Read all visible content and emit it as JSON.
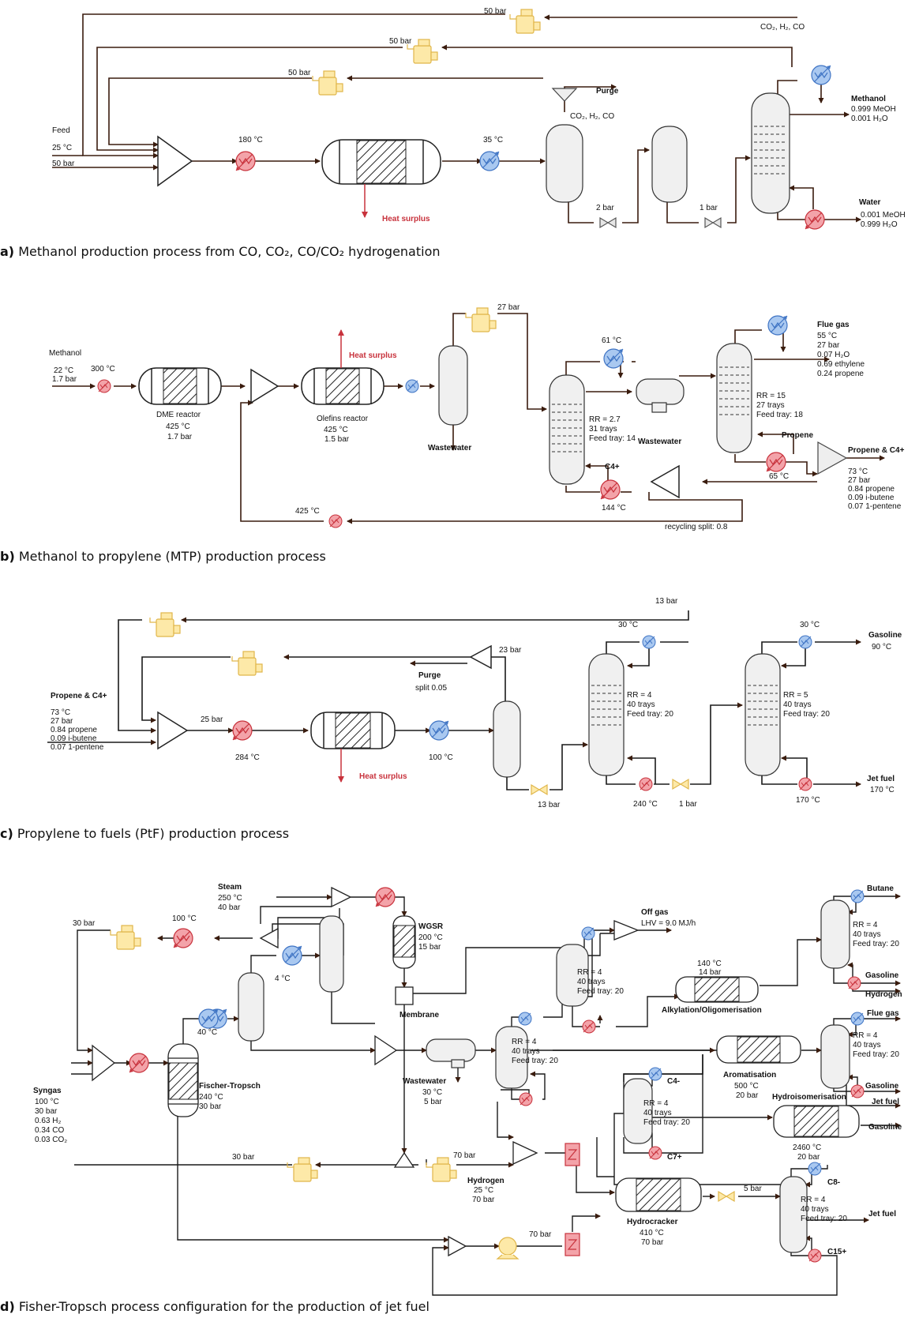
{
  "captions": {
    "a_letter": "a)",
    "a_text": "Methanol production process from CO, CO₂, CO/CO₂ hydrogenation",
    "b_letter": "b)",
    "b_text": "Methanol to propylene (MTP) production process",
    "c_letter": "c)",
    "c_text": "Propylene to fuels (PtF) production process",
    "d_letter": "d)",
    "d_text": "Fisher-Tropsch process configuration for the production of jet fuel"
  },
  "colors": {
    "line": "#3a1c0e",
    "heater": "#f3a3a9",
    "heater_stroke": "#c8323c",
    "cooler": "#a9c8f0",
    "cooler_stroke": "#3f74c4",
    "compressor": "#fde9a8",
    "compressor_stroke": "#e0b64a",
    "vessel": "#f0f0f0"
  },
  "a": {
    "p50_top": "50 bar",
    "p50_mid": "50 bar",
    "p50_low": "50 bar",
    "recycle_gas": "CO₂, H₂, CO",
    "feed": "Feed",
    "feed_t": "25 °C",
    "feed_p": "50 bar",
    "t180": "180 °C",
    "t35": "35 °C",
    "purge": "Purge",
    "flash_gas": "CO₂, H₂, CO",
    "heat_surplus": "Heat surplus",
    "p2": "2 bar",
    "p1": "1 bar",
    "methanol": "Methanol",
    "meoh_1": "0.999 MeOH",
    "meoh_2": "0.001 H₂O",
    "water": "Water",
    "water_1": "0.001 MeOH",
    "water_2": "0.999 H₂O"
  },
  "b": {
    "methanol": "Methanol",
    "m_t": "22 °C",
    "m_p": "1.7 bar",
    "t300": "300 °C",
    "dme": "DME reactor",
    "dme_t": "425 °C",
    "dme_p": "1.7 bar",
    "heat_surplus": "Heat surplus",
    "olefins": "Olefins reactor",
    "ol_t": "425 °C",
    "ol_p": "1.5 bar",
    "p27": "27 bar",
    "ww1": "Wastewater",
    "t61": "61 °C",
    "rr27": "RR = 2.7",
    "trays31": "31 trays",
    "ft14": "Feed tray: 14",
    "ww2": "Wastewater",
    "c4": "C4+",
    "t144": "144 °C",
    "flue": "Flue gas",
    "flue_1": "55 °C",
    "flue_2": "27 bar",
    "flue_3": "0.07 H₂O",
    "flue_4": "0.69 ethylene",
    "flue_5": "0.24 propene",
    "rr15": "RR = 15",
    "trays27": "27 trays",
    "ft18": "Feed tray: 18",
    "propene": "Propene",
    "t65": "65 °C",
    "prod": "Propene & C4+",
    "prod_1": "73 °C",
    "prod_2": "27 bar",
    "prod_3": "0.84 propene",
    "prod_4": "0.09 i-butene",
    "prod_5": "0.07 1-pentene",
    "t425": "425 °C",
    "split": "recycling split: 0.8"
  },
  "c": {
    "p13_top": "13 bar",
    "p23": "23 bar",
    "purge": "Purge",
    "purge_split": "split 0.05",
    "feed": "Propene & C4+",
    "f_1": "73 °C",
    "f_2": "27 bar",
    "f_3": "0.84 propene",
    "f_4": "0.09 i-butene",
    "f_5": "0.07 1-pentene",
    "p25": "25 bar",
    "t284": "284 °C",
    "heat_surplus": "Heat surplus",
    "t100": "100 °C",
    "p13": "13 bar",
    "t30a": "30 °C",
    "rr4": "RR = 4",
    "trays40": "40 trays",
    "ft20": "Feed tray: 20",
    "t240": "240 °C",
    "p1": "1 bar",
    "t30b": "30 °C",
    "gasoline": "Gasoline",
    "g_t": "90 °C",
    "rr5": "RR = 5",
    "trays40b": "40 trays",
    "ft20b": "Feed tray: 20",
    "jet": "Jet fuel",
    "jet_t": "170 °C",
    "t170": "170 °C"
  },
  "d": {
    "steam": "Steam",
    "steam_t": "250 °C",
    "steam_p": "40 bar",
    "p30a": "30 bar",
    "t100": "100 °C",
    "t4": "4 °C",
    "wgsr": "WGSR",
    "wgsr_t": "200 °C",
    "wgsr_p": "15 bar",
    "offgas": "Off gas",
    "lhv": "LHV = 9.0 MJ/h",
    "t40": "40 °C",
    "membrane": "Membrane",
    "rr_a": "RR = 4",
    "tr_a": "40 trays",
    "ft_a": "Feed tray: 20",
    "rr_b": "RR = 4",
    "tr_b": "40 trays",
    "ft_b": "Feed tray: 20",
    "alk_t": "140 °C",
    "alk_p": "14 bar",
    "alk": "Alkylation/Oligomerisation",
    "butane": "Butane",
    "rr_c": "RR = 4",
    "tr_c": "40 trays",
    "ft_c": "Feed tray: 20",
    "gasoline1": "Gasoline",
    "hydrogen_out": "Hydrogen",
    "flue": "Flue gas",
    "rr_d": "RR = 4",
    "tr_d": "40 trays",
    "ft_d": "Feed tray: 20",
    "gasoline2": "Gasoline",
    "jet1": "Jet fuel",
    "syngas": "Syngas",
    "sg_1": "100 °C",
    "sg_2": "30 bar",
    "sg_3": "0.63 H₂",
    "sg_4": "0.34 CO",
    "sg_5": "0.03 CO₂",
    "ft": "Fischer-Tropsch",
    "ft_t": "240 °C",
    "ft_p": "30 bar",
    "ww": "Wastewater",
    "ww_t": "30 °C",
    "ww_p": "5 bar",
    "arom": "Aromatisation",
    "arom_t": "500 °C",
    "arom_p": "20 bar",
    "c4m": "C4-",
    "rr_e": "RR = 4",
    "tr_e": "40 trays",
    "ft_e": "Feed tray: 20",
    "c7p": "C7+",
    "hiso": "Hydroisomerisation",
    "hiso_t": "2460 °C",
    "hiso_p": "20 bar",
    "gasoline3": "Gasoline",
    "p30b": "30 bar",
    "p70a": "70 bar",
    "hydrogen": "Hydrogen",
    "h_t": "25 °C",
    "h_p": "70 bar",
    "p70b": "70 bar",
    "hc": "Hydrocracker",
    "hc_t": "410 °C",
    "hc_p": "70 bar",
    "p5": "5 bar",
    "c8m": "C8-",
    "rr_f": "RR = 4",
    "tr_f": "40 trays",
    "ft_f": "Feed tray: 20",
    "jet2": "Jet fuel",
    "c15p": "C15+"
  }
}
